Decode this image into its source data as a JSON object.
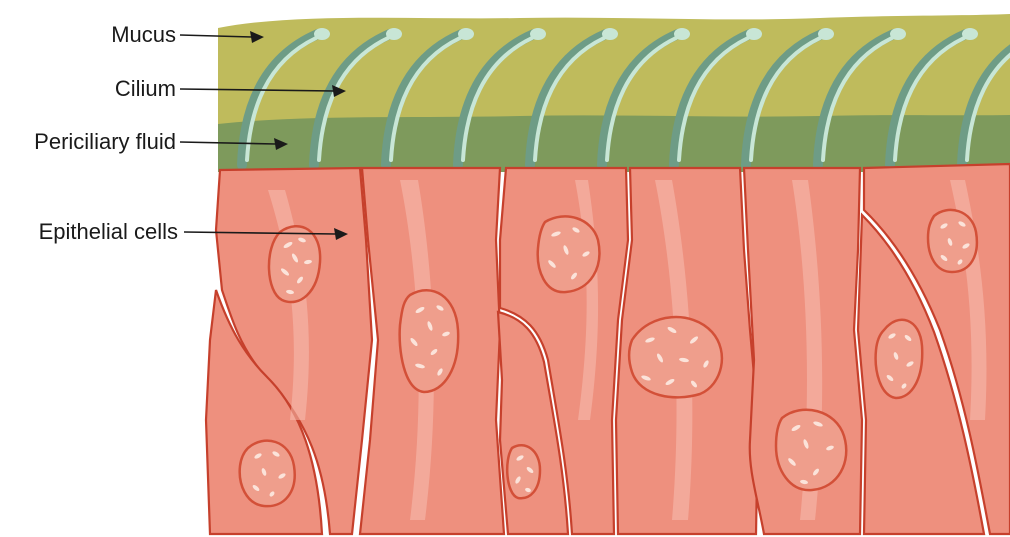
{
  "labels": {
    "mucus": "Mucus",
    "cilium": "Cilium",
    "periciliary_fluid": "Periciliary fluid",
    "epithelial_cells": "Epithelial cells"
  },
  "colors": {
    "mucus": "#bfbb5c",
    "periciliary_fluid": "#7e9a5c",
    "cilium": "#8fbda6",
    "cell_fill": "#ee907e",
    "cell_border": "#c6402c",
    "nucleus": "#ef9e8c",
    "label_text": "#1a1a1a"
  }
}
